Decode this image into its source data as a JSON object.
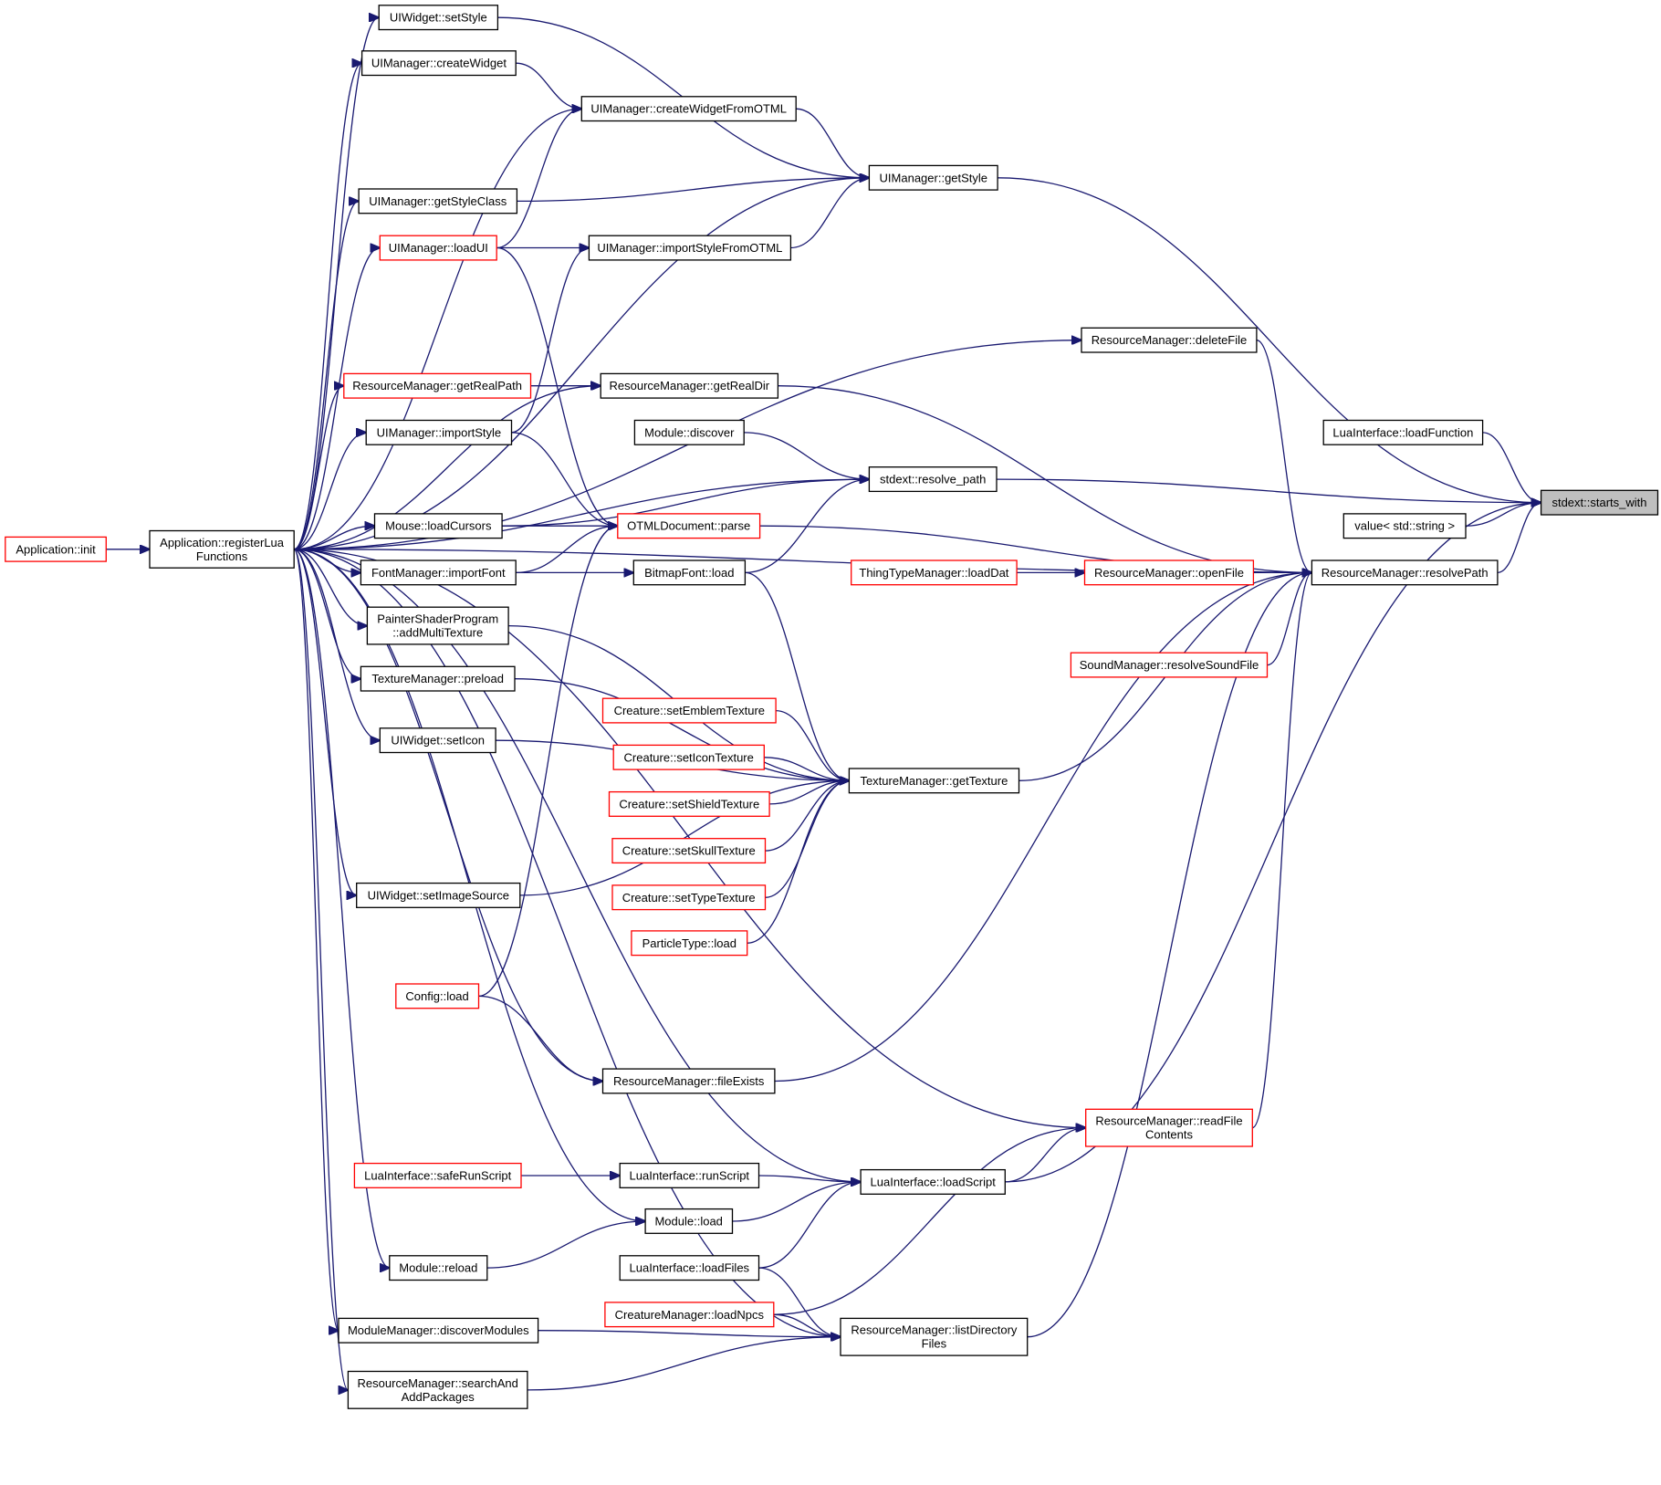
{
  "nodes": [
    {
      "id": "starts_with",
      "label": [
        "stdext::starts_with"
      ],
      "style": "focus"
    },
    {
      "id": "app_init",
      "label": [
        "Application::init"
      ],
      "style": "red"
    },
    {
      "id": "app_reg",
      "label": [
        "Application::registerLua",
        "Functions"
      ],
      "style": "black"
    },
    {
      "id": "w_setstyle",
      "label": [
        "UIWidget::setStyle"
      ],
      "style": "black"
    },
    {
      "id": "uim_createwidget",
      "label": [
        "UIManager::createWidget"
      ],
      "style": "black"
    },
    {
      "id": "uim_cwfo",
      "label": [
        "UIManager::createWidgetFromOTML"
      ],
      "style": "black"
    },
    {
      "id": "uim_getstyle",
      "label": [
        "UIManager::getStyle"
      ],
      "style": "black"
    },
    {
      "id": "uim_getstyleclass",
      "label": [
        "UIManager::getStyleClass"
      ],
      "style": "black"
    },
    {
      "id": "uim_loadui",
      "label": [
        "UIManager::loadUI"
      ],
      "style": "red"
    },
    {
      "id": "uim_isfo",
      "label": [
        "UIManager::importStyleFromOTML"
      ],
      "style": "black"
    },
    {
      "id": "rm_deletefile",
      "label": [
        "ResourceManager::deleteFile"
      ],
      "style": "black"
    },
    {
      "id": "rm_getrealpath",
      "label": [
        "ResourceManager::getRealPath"
      ],
      "style": "red"
    },
    {
      "id": "rm_getrealdir",
      "label": [
        "ResourceManager::getRealDir"
      ],
      "style": "black"
    },
    {
      "id": "li_loadfunction",
      "label": [
        "LuaInterface::loadFunction"
      ],
      "style": "black"
    },
    {
      "id": "uim_importstyle",
      "label": [
        "UIManager::importStyle"
      ],
      "style": "black"
    },
    {
      "id": "mod_discover",
      "label": [
        "Module::discover"
      ],
      "style": "black"
    },
    {
      "id": "resolve_path",
      "label": [
        "stdext::resolve_path"
      ],
      "style": "black"
    },
    {
      "id": "value_string",
      "label": [
        "value< std::string >"
      ],
      "style": "black"
    },
    {
      "id": "mouse_lc",
      "label": [
        "Mouse::loadCursors"
      ],
      "style": "black"
    },
    {
      "id": "otml_parse",
      "label": [
        "OTMLDocument::parse"
      ],
      "style": "red"
    },
    {
      "id": "fm_importfont",
      "label": [
        "FontManager::importFont"
      ],
      "style": "black"
    },
    {
      "id": "bf_load",
      "label": [
        "BitmapFont::load"
      ],
      "style": "black"
    },
    {
      "id": "ttm_loaddat",
      "label": [
        "ThingTypeManager::loadDat"
      ],
      "style": "red"
    },
    {
      "id": "rm_openfile",
      "label": [
        "ResourceManager::openFile"
      ],
      "style": "red"
    },
    {
      "id": "rm_resolvepath",
      "label": [
        "ResourceManager::resolvePath"
      ],
      "style": "black"
    },
    {
      "id": "psp_amt",
      "label": [
        "PainterShaderProgram",
        "::addMultiTexture"
      ],
      "style": "black"
    },
    {
      "id": "sm_rsf",
      "label": [
        "SoundManager::resolveSoundFile"
      ],
      "style": "red"
    },
    {
      "id": "tm_preload",
      "label": [
        "TextureManager::preload"
      ],
      "style": "black"
    },
    {
      "id": "c_emblem",
      "label": [
        "Creature::setEmblemTexture"
      ],
      "style": "red"
    },
    {
      "id": "w_seticon",
      "label": [
        "UIWidget::setIcon"
      ],
      "style": "black"
    },
    {
      "id": "c_icon",
      "label": [
        "Creature::setIconTexture"
      ],
      "style": "red"
    },
    {
      "id": "tm_gettexture",
      "label": [
        "TextureManager::getTexture"
      ],
      "style": "black"
    },
    {
      "id": "c_shield",
      "label": [
        "Creature::setShieldTexture"
      ],
      "style": "red"
    },
    {
      "id": "c_skull",
      "label": [
        "Creature::setSkullTexture"
      ],
      "style": "red"
    },
    {
      "id": "w_setimagesource",
      "label": [
        "UIWidget::setImageSource"
      ],
      "style": "black"
    },
    {
      "id": "c_type",
      "label": [
        "Creature::setTypeTexture"
      ],
      "style": "red"
    },
    {
      "id": "pt_load",
      "label": [
        "ParticleType::load"
      ],
      "style": "red"
    },
    {
      "id": "config_load",
      "label": [
        "Config::load"
      ],
      "style": "red"
    },
    {
      "id": "rm_fileexists",
      "label": [
        "ResourceManager::fileExists"
      ],
      "style": "black"
    },
    {
      "id": "rm_rfc",
      "label": [
        "ResourceManager::readFile",
        "Contents"
      ],
      "style": "red"
    },
    {
      "id": "li_saferunscript",
      "label": [
        "LuaInterface::safeRunScript"
      ],
      "style": "red"
    },
    {
      "id": "li_runscript",
      "label": [
        "LuaInterface::runScript"
      ],
      "style": "black"
    },
    {
      "id": "li_loadscript",
      "label": [
        "LuaInterface::loadScript"
      ],
      "style": "black"
    },
    {
      "id": "mod_load",
      "label": [
        "Module::load"
      ],
      "style": "black"
    },
    {
      "id": "mod_reload",
      "label": [
        "Module::reload"
      ],
      "style": "black"
    },
    {
      "id": "li_loadfiles",
      "label": [
        "LuaInterface::loadFiles"
      ],
      "style": "black"
    },
    {
      "id": "cm_loadnpcs",
      "label": [
        "CreatureManager::loadNpcs"
      ],
      "style": "red"
    },
    {
      "id": "mm_dm",
      "label": [
        "ModuleManager::discoverModules"
      ],
      "style": "black"
    },
    {
      "id": "rm_ldf",
      "label": [
        "ResourceManager::listDirectory",
        "Files"
      ],
      "style": "black"
    },
    {
      "id": "rm_saap",
      "label": [
        "ResourceManager::searchAnd",
        "AddPackages"
      ],
      "style": "black"
    }
  ],
  "edges": [
    [
      "app_init",
      "app_reg"
    ],
    [
      "app_reg",
      "w_setstyle"
    ],
    [
      "app_reg",
      "uim_createwidget"
    ],
    [
      "app_reg",
      "uim_cwfo"
    ],
    [
      "app_reg",
      "uim_getstyle"
    ],
    [
      "app_reg",
      "uim_getstyleclass"
    ],
    [
      "app_reg",
      "uim_loadui"
    ],
    [
      "app_reg",
      "rm_resolvepath"
    ],
    [
      "app_reg",
      "rm_deletefile"
    ],
    [
      "app_reg",
      "rm_getrealpath"
    ],
    [
      "app_reg",
      "rm_getrealdir"
    ],
    [
      "app_reg",
      "uim_importstyle"
    ],
    [
      "app_reg",
      "resolve_path"
    ],
    [
      "app_reg",
      "mouse_lc"
    ],
    [
      "app_reg",
      "fm_importfont"
    ],
    [
      "app_reg",
      "psp_amt"
    ],
    [
      "app_reg",
      "tm_preload"
    ],
    [
      "app_reg",
      "w_seticon"
    ],
    [
      "app_reg",
      "w_setimagesource"
    ],
    [
      "app_reg",
      "rm_fileexists"
    ],
    [
      "app_reg",
      "rm_rfc"
    ],
    [
      "app_reg",
      "li_loadscript"
    ],
    [
      "app_reg",
      "mod_load"
    ],
    [
      "app_reg",
      "mod_reload"
    ],
    [
      "app_reg",
      "mm_dm"
    ],
    [
      "app_reg",
      "rm_saap"
    ],
    [
      "app_reg",
      "rm_ldf"
    ],
    [
      "w_setstyle",
      "uim_getstyle"
    ],
    [
      "uim_createwidget",
      "uim_cwfo"
    ],
    [
      "uim_cwfo",
      "uim_getstyle"
    ],
    [
      "uim_getstyleclass",
      "uim_getstyle"
    ],
    [
      "uim_loadui",
      "uim_cwfo"
    ],
    [
      "uim_loadui",
      "uim_isfo"
    ],
    [
      "uim_loadui",
      "otml_parse"
    ],
    [
      "uim_isfo",
      "uim_getstyle"
    ],
    [
      "uim_importstyle",
      "uim_isfo"
    ],
    [
      "uim_importstyle",
      "otml_parse"
    ],
    [
      "uim_getstyle",
      "starts_with"
    ],
    [
      "rm_getrealpath",
      "rm_getrealdir"
    ],
    [
      "rm_getrealdir",
      "rm_resolvepath"
    ],
    [
      "rm_deletefile",
      "rm_resolvepath"
    ],
    [
      "li_loadfunction",
      "starts_with"
    ],
    [
      "mod_discover",
      "resolve_path"
    ],
    [
      "resolve_path",
      "starts_with"
    ],
    [
      "value_string",
      "starts_with"
    ],
    [
      "mouse_lc",
      "resolve_path"
    ],
    [
      "mouse_lc",
      "otml_parse"
    ],
    [
      "fm_importfont",
      "otml_parse"
    ],
    [
      "fm_importfont",
      "bf_load"
    ],
    [
      "bf_load",
      "resolve_path"
    ],
    [
      "bf_load",
      "tm_gettexture"
    ],
    [
      "otml_parse",
      "rm_resolvepath"
    ],
    [
      "ttm_loaddat",
      "rm_openfile"
    ],
    [
      "rm_openfile",
      "rm_resolvepath"
    ],
    [
      "rm_resolvepath",
      "starts_with"
    ],
    [
      "sm_rsf",
      "rm_resolvepath"
    ],
    [
      "psp_amt",
      "tm_gettexture"
    ],
    [
      "tm_preload",
      "tm_gettexture"
    ],
    [
      "c_emblem",
      "tm_gettexture"
    ],
    [
      "c_icon",
      "tm_gettexture"
    ],
    [
      "c_shield",
      "tm_gettexture"
    ],
    [
      "c_skull",
      "tm_gettexture"
    ],
    [
      "c_type",
      "tm_gettexture"
    ],
    [
      "pt_load",
      "tm_gettexture"
    ],
    [
      "w_seticon",
      "tm_gettexture"
    ],
    [
      "w_setimagesource",
      "tm_gettexture"
    ],
    [
      "config_load",
      "otml_parse"
    ],
    [
      "config_load",
      "rm_fileexists"
    ],
    [
      "tm_gettexture",
      "rm_resolvepath"
    ],
    [
      "rm_fileexists",
      "rm_resolvepath"
    ],
    [
      "rm_rfc",
      "rm_resolvepath"
    ],
    [
      "li_saferunscript",
      "li_runscript"
    ],
    [
      "li_runscript",
      "li_loadscript"
    ],
    [
      "li_loadscript",
      "rm_rfc"
    ],
    [
      "li_loadscript",
      "starts_with"
    ],
    [
      "mod_load",
      "li_loadscript"
    ],
    [
      "mod_reload",
      "mod_load"
    ],
    [
      "li_loadfiles",
      "li_loadscript"
    ],
    [
      "li_loadfiles",
      "rm_ldf"
    ],
    [
      "cm_loadnpcs",
      "rm_rfc"
    ],
    [
      "cm_loadnpcs",
      "rm_ldf"
    ],
    [
      "mm_dm",
      "rm_ldf"
    ],
    [
      "rm_saap",
      "rm_ldf"
    ],
    [
      "rm_ldf",
      "rm_resolvepath"
    ]
  ]
}
